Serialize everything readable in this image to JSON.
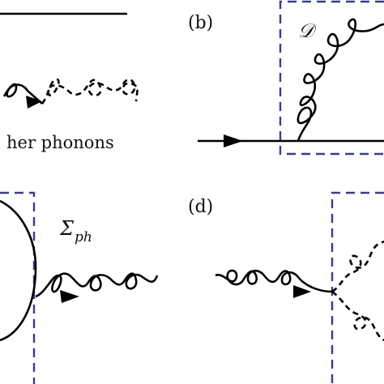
{
  "panels": {
    "a": {
      "text": "other phonons",
      "visible_text": "her phonons"
    },
    "b": {
      "label": "(b)",
      "symbol": "𝒟"
    },
    "c": {
      "symbol": "Σ",
      "subscript": "ph"
    },
    "d": {
      "label": "(d)"
    }
  },
  "colors": {
    "line": "#000000",
    "dashed_box": "#3b3b8f",
    "text": "#111111"
  }
}
